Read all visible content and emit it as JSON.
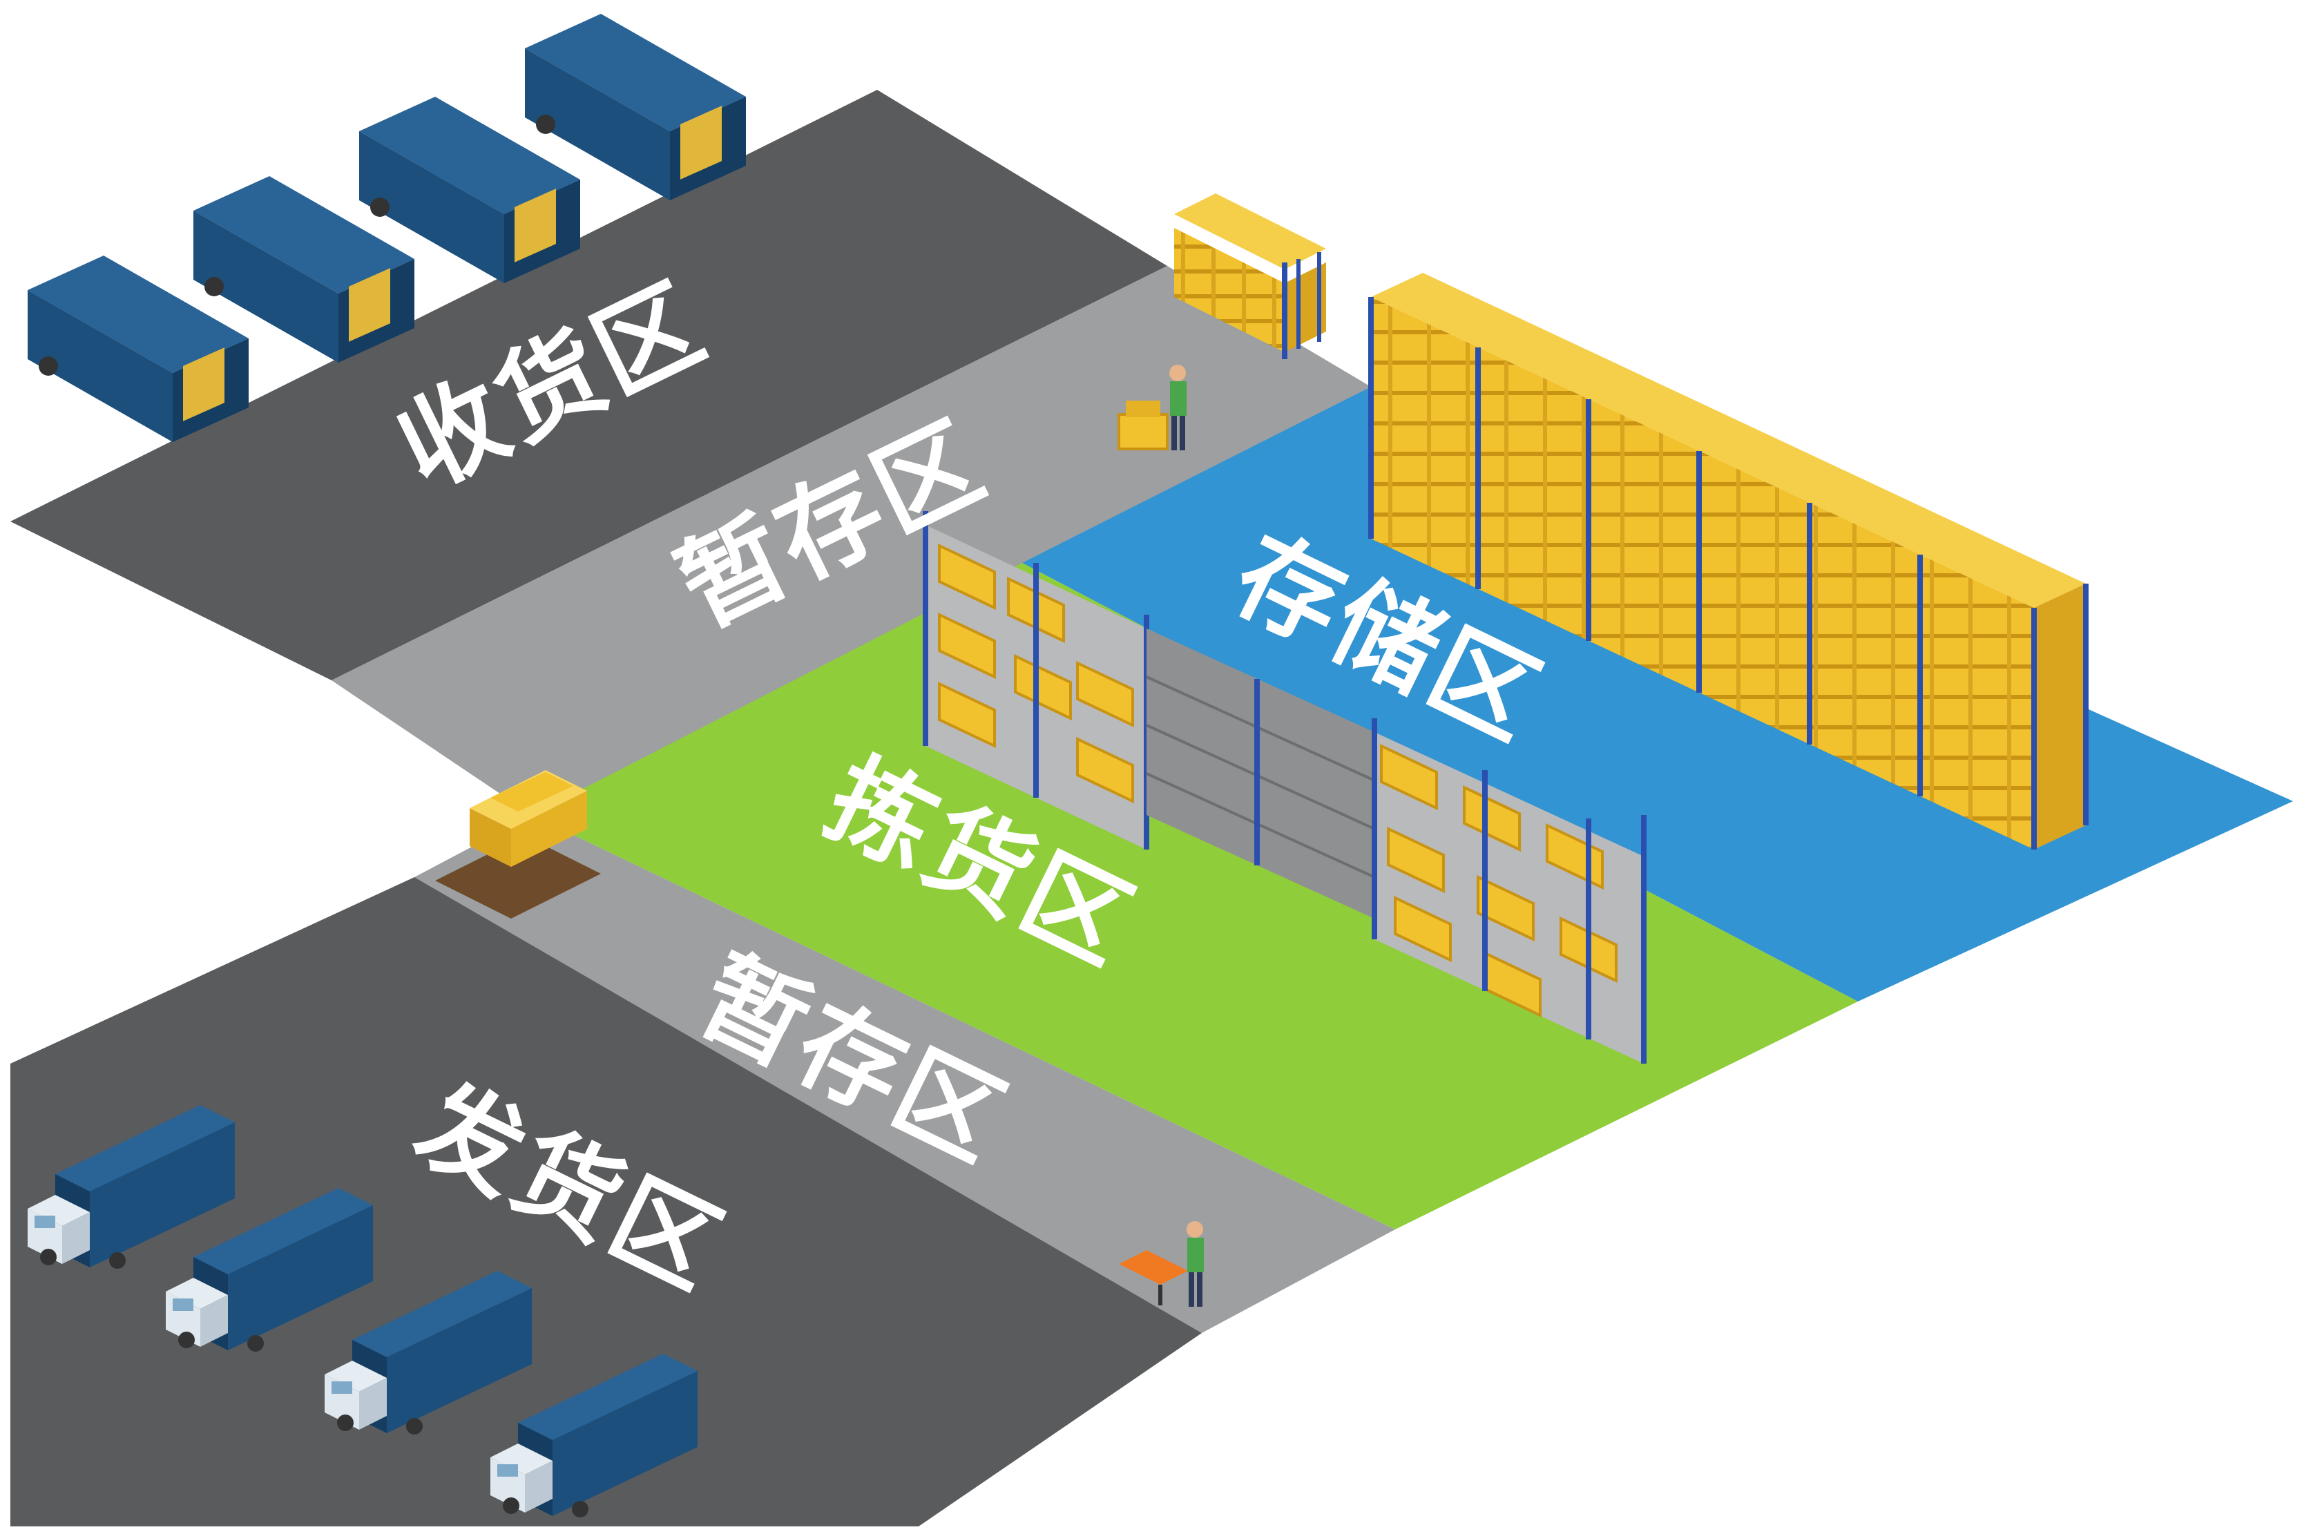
{
  "zones": {
    "receiving": {
      "label": "收货区"
    },
    "staging_in": {
      "label": "暂存区"
    },
    "storage": {
      "label": "存储区"
    },
    "picking": {
      "label": "拣货区"
    },
    "staging_out": {
      "label": "暂存区"
    },
    "shipping": {
      "label": "发货区"
    }
  },
  "colors": {
    "dark_floor": "#5a5b5d",
    "light_floor": "#9e9fa1",
    "storage_floor": "#3294d2",
    "picking_floor": "#8fcd3a",
    "truck_body": "#1c4f7c",
    "truck_cab": "#dfe8ef",
    "rack_frame": "#2a4fae",
    "box": "#f2c12e",
    "box_dark": "#c99314",
    "pallet": "#6e4b2a",
    "cart": "#f07a22",
    "worker_shirt": "#4aa64a"
  },
  "icons": [
    "truck-icon",
    "storage-rack-icon",
    "worker-with-cart-icon",
    "pallet-icon"
  ]
}
